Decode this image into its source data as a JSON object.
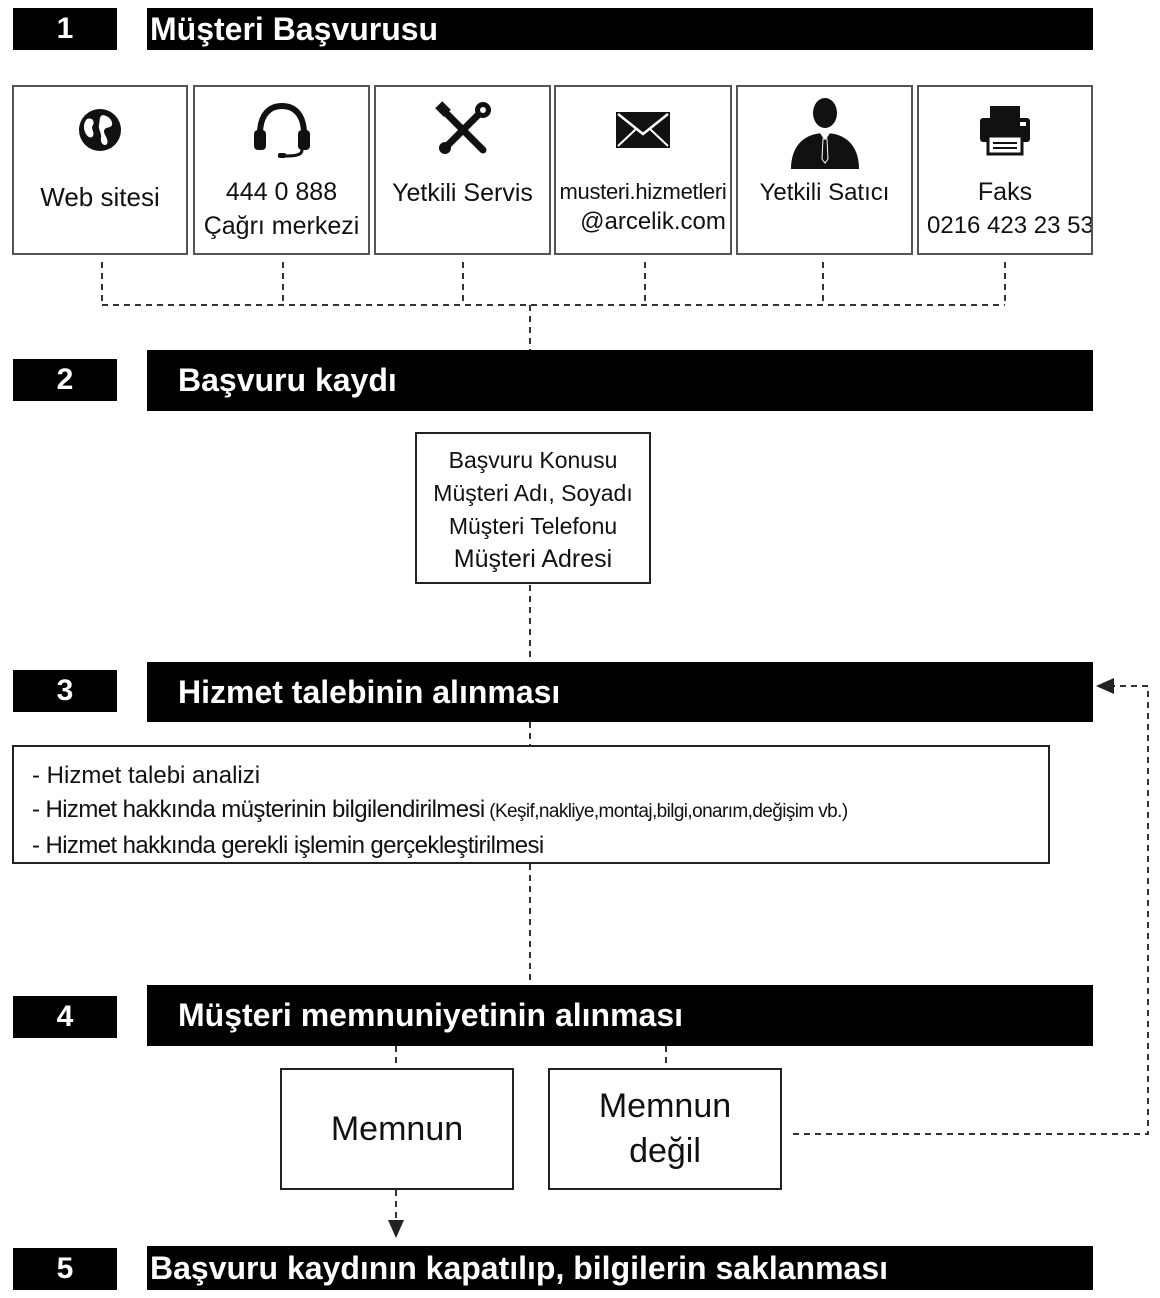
{
  "steps": [
    {
      "number": "1",
      "title": "Müşteri  Başvurusu"
    },
    {
      "number": "2",
      "title": "Başvuru kaydı"
    },
    {
      "number": "3",
      "title": "Hizmet talebinin alınması"
    },
    {
      "number": "4",
      "title": "Müşteri  memnuniyetinin  alınması"
    },
    {
      "number": "5",
      "title": "Başvuru kaydının  kapatılıp,  bilgilerin  saklanması"
    }
  ],
  "channels": [
    {
      "icon": "globe-icon",
      "line1": "Web  sitesi",
      "line2": ""
    },
    {
      "icon": "headset-icon",
      "line1": "444 0 888",
      "line2": "Çağrı merkezi"
    },
    {
      "icon": "tools-icon",
      "line1": "Yetkili Servis",
      "line2": ""
    },
    {
      "icon": "envelope-icon",
      "line1": "musteri.hizmetleri",
      "line2": "@arcelik.com"
    },
    {
      "icon": "person-icon",
      "line1": "Yetkili Satıcı",
      "line2": ""
    },
    {
      "icon": "fax-icon",
      "line1": "Faks",
      "line2": "0216 423 23 53"
    }
  ],
  "record_fields": [
    "Başvuru Konusu",
    "Müşteri Adı, Soyadı",
    "Müşteri Telefonu",
    "Müşteri Adresi"
  ],
  "service_items": [
    {
      "text": "- Hizmet talebi analizi",
      "note": ""
    },
    {
      "text": "- Hizmet hakkında müşterinin bilgilendirilmesi",
      "note": " (Keşif,nakliye,montaj,bilgi,onarım,değişim vb.)"
    },
    {
      "text": "- Hizmet hakkında gerekli işlemin gerçekleştirilmesi",
      "note": ""
    }
  ],
  "outcomes": {
    "satisfied": "Memnun",
    "not_satisfied_line1": "Memnun",
    "not_satisfied_line2": "değil"
  }
}
